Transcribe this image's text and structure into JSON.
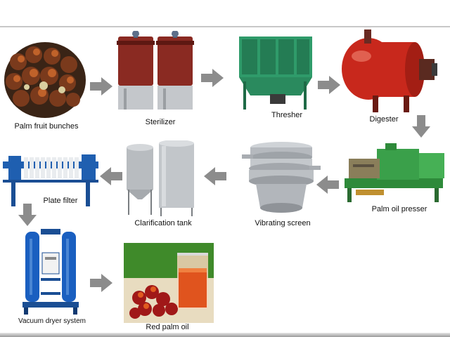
{
  "steps": {
    "palm_fruit_bunches": "Palm fruit bunches",
    "sterilizer": "Sterilizer",
    "thresher": "Thresher",
    "digester": "Digester",
    "palm_oil_presser": "Palm oil presser",
    "vibrating_screen": "Vibrating screen",
    "clarification_tank": "Clarification tank",
    "plate_filter": "Plate filter",
    "vacuum_dryer_system": "Vacuum dryer system",
    "red_palm_oil": "Red palm oil"
  },
  "colors": {
    "arrow": "#8c8c8c",
    "sterilizer_red": "#8a2a22",
    "thresher_green": "#2f9b6a",
    "digester_red": "#c8281c",
    "presser_green": "#3aa04a",
    "steel": "#b8bcc0",
    "plate_blue": "#1f5fb0",
    "dryer_blue": "#1a5fc0"
  }
}
